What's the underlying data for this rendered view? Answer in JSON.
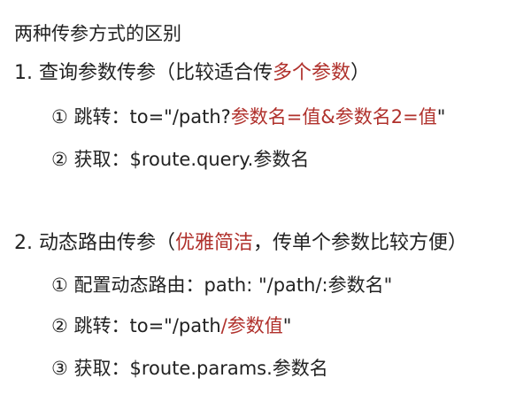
{
  "title": "两种传参方式的区别",
  "section1": {
    "heading_pre": "1. 查询参数传参（比较适合传",
    "heading_highlight": "多个参数",
    "heading_post": "）",
    "item1_pre": "① 跳转：to=\"/path?",
    "item1_red": "参数名=值&参数名2=值",
    "item1_post": "\"",
    "item2": "② 获取：$route.query.参数名"
  },
  "section2": {
    "heading_pre": "2. 动态路由传参（",
    "heading_highlight": "优雅简洁",
    "heading_post": "，传单个参数比较方便）",
    "item1": "① 配置动态路由：path: \"/path/:参数名\"",
    "item2_pre": "② 跳转：to=\"/path",
    "item2_red": "/参数值",
    "item2_post": "\"",
    "item3": "③ 获取：$route.params.参数名"
  },
  "colors": {
    "text": "#222222",
    "highlight": "#b0312c"
  }
}
